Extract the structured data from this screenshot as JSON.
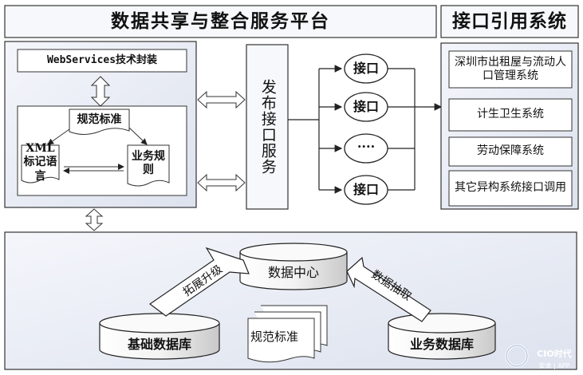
{
  "platform": {
    "title": "数据共享与整合服务平台",
    "webservices": "WebServices技术封装",
    "spec_standard": "规范标准",
    "xml_lang": "XML标记语言",
    "business_rules": "业务规则",
    "publish_service": "发布接口服务"
  },
  "interfaces": {
    "items": [
      "接口",
      "接口",
      "····",
      "接口"
    ]
  },
  "interface_systems": {
    "title": "接口引用系统",
    "items": [
      "深圳市出租屋与流动人口管理系统",
      "计生卫生系统",
      "劳动保障系统",
      "其它异构系统接口调用"
    ]
  },
  "data_layer": {
    "data_center": "数据中心",
    "base_db": "基础数据库",
    "spec_doc": "规范标准",
    "business_db": "业务数据库",
    "expand_upgrade": "拓展升级",
    "data_extract": "数据抽取"
  },
  "watermark": {
    "brand": "CIO时代",
    "sub": "安卓 | APP"
  },
  "colors": {
    "panel_fill": "#e9ecf4",
    "stroke": "#222222"
  }
}
